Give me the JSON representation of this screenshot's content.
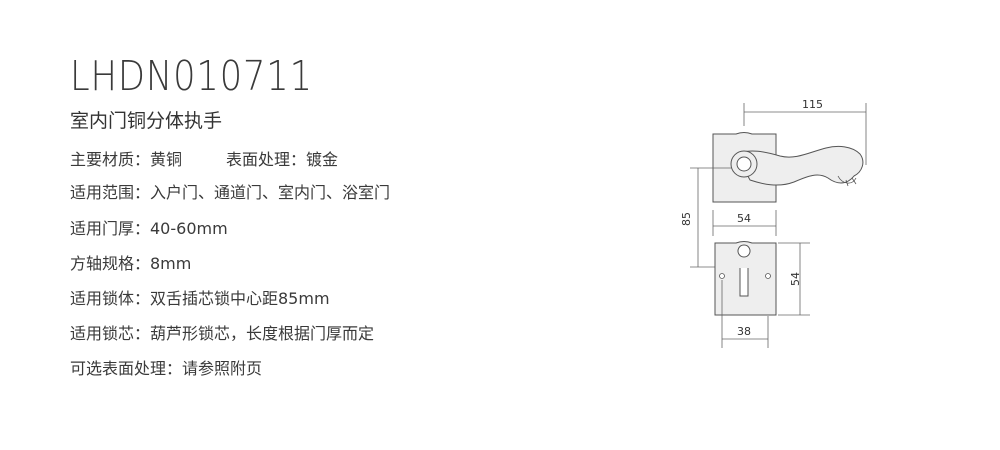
{
  "product": {
    "model": "LHDN010711",
    "name": "室内门铜分体执手"
  },
  "specs": {
    "material": "主要材质：黄铜",
    "surface": "表面处理：镀金",
    "scope": "适用范围：入户门、通道门、室内门、浴室门",
    "door_thickness": "适用门厚：40-60mm",
    "spindle": "方轴规格：8mm",
    "lock_body": "适用锁体：双舌插芯锁中心距85mm",
    "lock_cylinder": "适用锁芯：葫芦形锁芯，长度根据门厚而定",
    "optional_finish": "可选表面处理：请参照附页"
  },
  "drawing": {
    "dim_handle_length": "115",
    "dim_center_distance": "85",
    "dim_rose_width": "54",
    "dim_plate_height": "54",
    "dim_keyhole_offset": "38",
    "colors": {
      "line": "#555555",
      "fill": "#eeeeee"
    }
  }
}
